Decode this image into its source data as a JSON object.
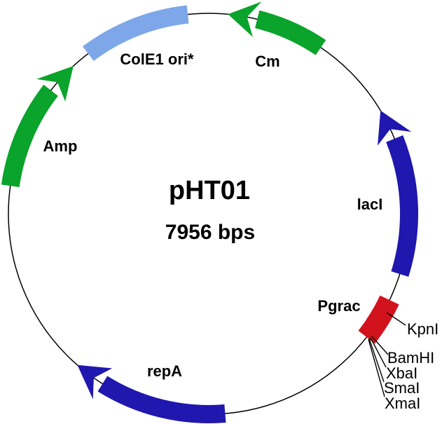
{
  "plasmid": {
    "name": "pHT01",
    "size": "7956 bps"
  },
  "backbone_color": "#000000",
  "features": [
    {
      "label": "Amp",
      "color": "#0aa32b",
      "shape": "arrow"
    },
    {
      "label": "ColE1 ori*",
      "color": "#7da7e8",
      "shape": "segment"
    },
    {
      "label": "Cm",
      "color": "#0aa32b",
      "shape": "arrow"
    },
    {
      "label": "lacI",
      "color": "#1f17ae",
      "shape": "arrow"
    },
    {
      "label": "Pgrac",
      "color": "#d2121c",
      "shape": "block"
    },
    {
      "label": "repA",
      "color": "#1f17ae",
      "shape": "arrow"
    }
  ],
  "restriction_sites": [
    {
      "label": "KpnI"
    },
    {
      "label": "BamHI"
    },
    {
      "label": "XbaI"
    },
    {
      "label": "SmaI"
    },
    {
      "label": "XmaI"
    }
  ]
}
